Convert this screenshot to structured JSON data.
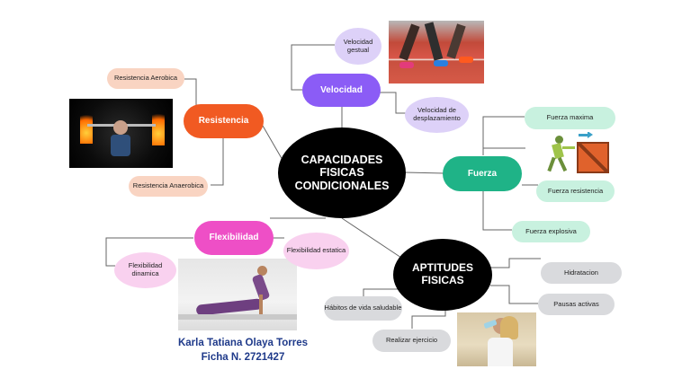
{
  "center": "CAPACIDADES FISICAS CONDICIONALES",
  "aptitudes": "APTITUDES FISICAS",
  "branches": {
    "velocidad": {
      "label": "Velocidad",
      "color": "#8b5cf6",
      "subs": [
        "Velocidad gestual",
        "Velocidad de desplazamiento"
      ],
      "sub_color": "#ddd1f8"
    },
    "resistencia": {
      "label": "Resistencia",
      "color": "#f15a22",
      "subs": [
        "Resistencia Aerobica",
        "Resistencia Anaerobica"
      ],
      "sub_color": "#f9d4c2"
    },
    "fuerza": {
      "label": "Fuerza",
      "color": "#1fb387",
      "subs": [
        "Fuerza maxima",
        "Fuerza resistencia",
        "Fuerza explosiva"
      ],
      "sub_color": "#c8f1df"
    },
    "flexibilidad": {
      "label": "Flexibilidad",
      "color": "#ee4fc6",
      "subs": [
        "Flexibilidad estatica",
        "Flexibilidad dinamica"
      ],
      "sub_color": "#f9d1ef"
    }
  },
  "aptitudes_subs": [
    "Hidratacion",
    "Pausas activas",
    "Hábitos de vida saludable",
    "Realizar ejercicio"
  ],
  "aptitudes_sub_color": "#d9dadd",
  "author": {
    "name": "Karla Tatiana Olaya Torres",
    "ficha": "Ficha N. 2721427"
  },
  "images": [
    "runners-track-photo",
    "weightlifter-fire-photo",
    "man-pushing-crate-illustration",
    "woman-yoga-cobra-photo",
    "woman-drinking-water-photo"
  ]
}
